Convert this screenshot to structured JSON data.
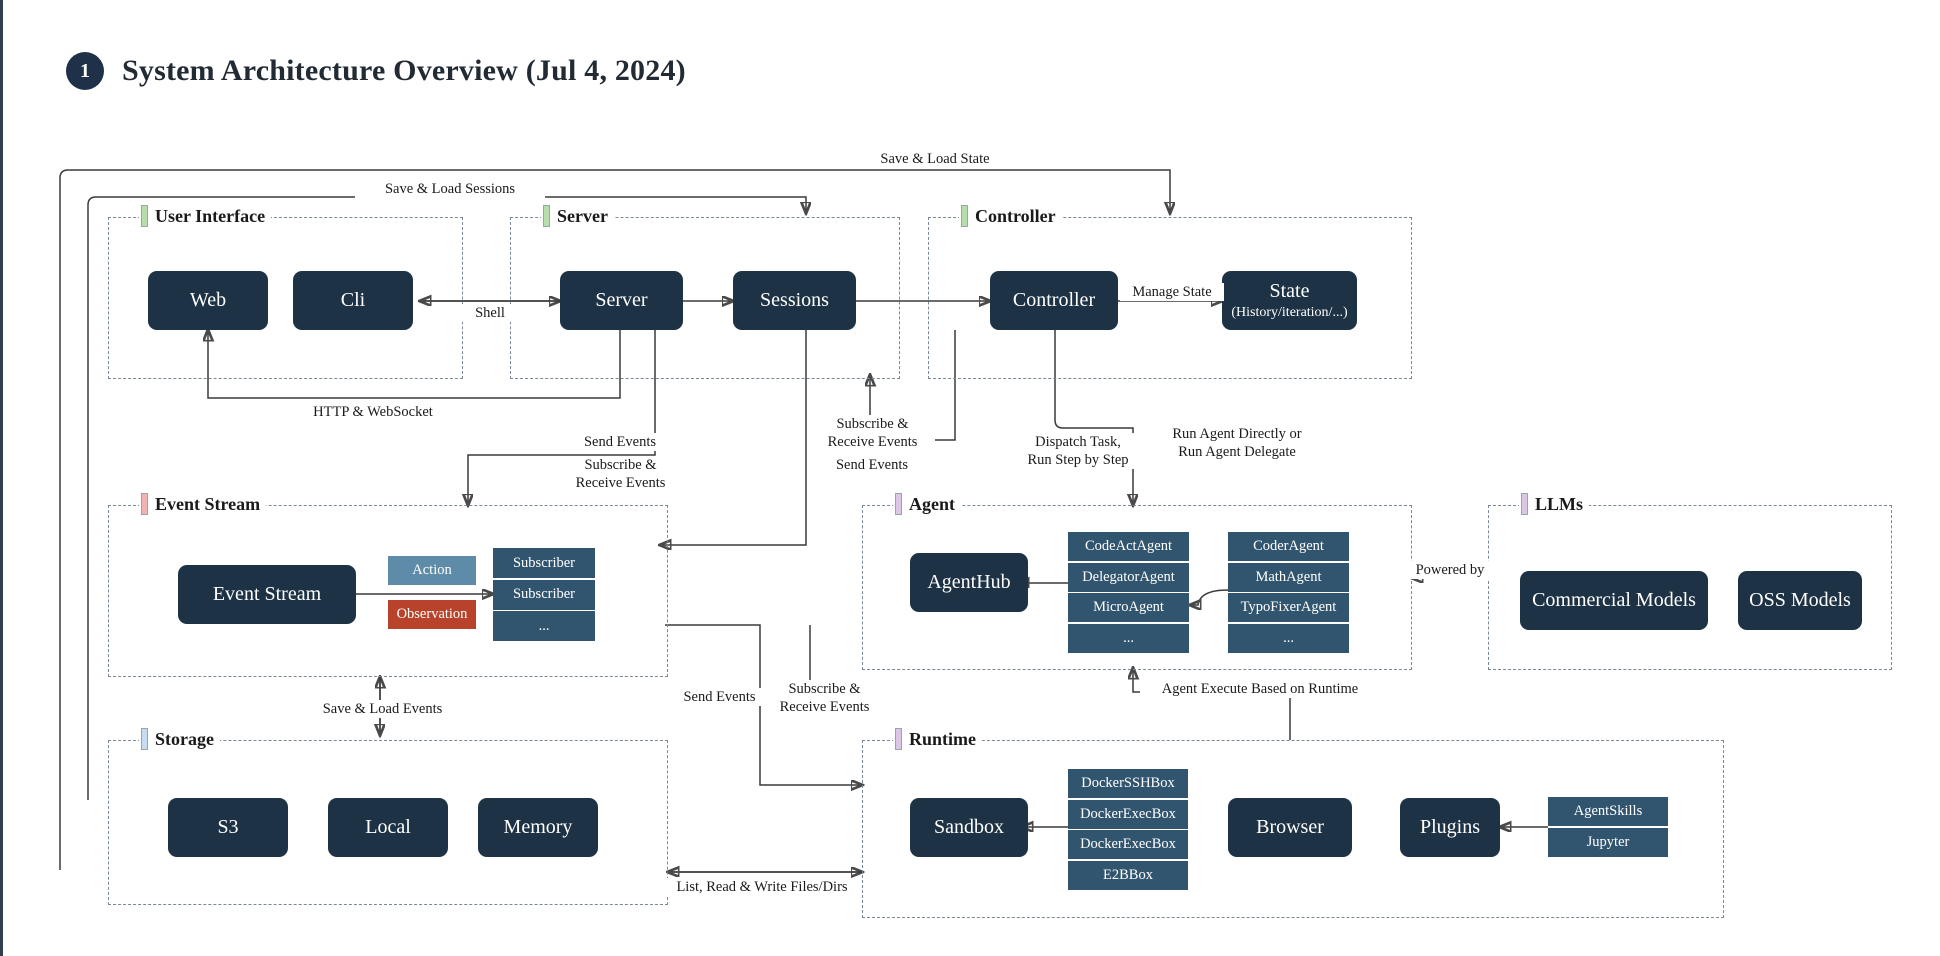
{
  "slide": {
    "number": "1",
    "title": "System Architecture Overview (Jul 4, 2024)"
  },
  "groups": {
    "user_interface": {
      "label": "User Interface",
      "bar_color": "#b7ddaa"
    },
    "server": {
      "label": "Server",
      "bar_color": "#b7ddaa"
    },
    "controller": {
      "label": "Controller",
      "bar_color": "#b7ddaa"
    },
    "event_stream": {
      "label": "Event Stream",
      "bar_color": "#f0b3b3"
    },
    "agent": {
      "label": "Agent",
      "bar_color": "#dcc6e8"
    },
    "llms": {
      "label": "LLMs",
      "bar_color": "#dcc6e8"
    },
    "storage": {
      "label": "Storage",
      "bar_color": "#c6dcf0"
    },
    "runtime": {
      "label": "Runtime",
      "bar_color": "#dcc6e8"
    }
  },
  "nodes": {
    "web": "Web",
    "cli": "Cli",
    "server": "Server",
    "sessions": "Sessions",
    "controller": "Controller",
    "state": "State",
    "state_sub": "(History/iteration/...)",
    "event_stream": "Event Stream",
    "agent_hub": "AgentHub",
    "commercial_models": "Commercial Models",
    "oss_models": "OSS Models",
    "s3": "S3",
    "local": "Local",
    "memory": "Memory",
    "sandbox": "Sandbox",
    "browser": "Browser",
    "plugins": "Plugins"
  },
  "chips": {
    "action": "Action",
    "observation": "Observation"
  },
  "stacks": {
    "subscribers": [
      "Subscriber",
      "Subscriber",
      "..."
    ],
    "agents_left": [
      "CodeActAgent",
      "DelegatorAgent",
      "MicroAgent",
      "..."
    ],
    "agents_right": [
      "CoderAgent",
      "MathAgent",
      "TypoFixerAgent",
      "..."
    ],
    "sandboxes": [
      "DockerSSHBox",
      "DockerExecBox",
      "DockerExecBox",
      "E2BBox"
    ],
    "plugins": [
      "AgentSkills",
      "Jupyter"
    ]
  },
  "edge_labels": {
    "save_load_state": "Save & Load State",
    "save_load_sessions": "Save & Load Sessions",
    "shell": "Shell",
    "manage_state": "Manage State",
    "http_websocket": "HTTP & WebSocket",
    "send_events_1": "Send Events",
    "subscribe_receive_1": "Subscribe &\nReceive Events",
    "subscribe_receive_2": "Subscribe &\nReceive Events",
    "send_events_2": "Send Events",
    "dispatch_task": "Dispatch Task,\nRun Step by Step",
    "run_agent": "Run Agent Directly or\nRun Agent Delegate",
    "powered_by": "Powered by",
    "agent_execute": "Agent Execute Based on Runtime",
    "save_load_events": "Save & Load Events",
    "send_events_3": "Send Events",
    "subscribe_receive_3": "Subscribe &\nReceive Events",
    "list_read_write": "List, Read & Write Files/Dirs"
  },
  "colors": {
    "node_fill": "#1d3245",
    "stack_fill": "#31556f",
    "action_fill": "#5e8ba7",
    "observation_fill": "#b8432a",
    "group_border": "#7b8896",
    "wire": "#4a4a4a",
    "badge": "#1e3148"
  }
}
